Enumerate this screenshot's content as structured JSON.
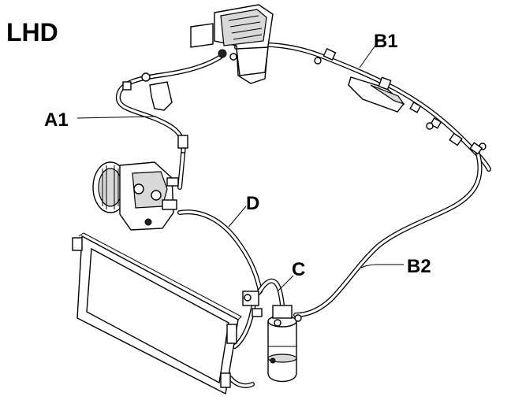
{
  "diagram": {
    "header": "LHD",
    "labels": {
      "a1": "A1",
      "b1": "B1",
      "b2": "B2",
      "c": "C",
      "d": "D"
    }
  }
}
